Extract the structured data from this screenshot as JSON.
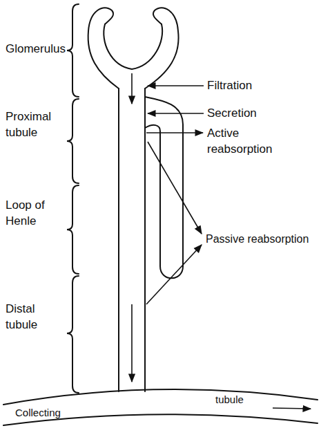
{
  "diagram": {
    "labels": [
      "Glomerulus",
      "Proximal tubule",
      "Loop of Henle",
      "Distal tubule",
      "Filtration",
      "Secretion",
      "Active reabsorption",
      "Passive reabsorption",
      "Collecting",
      "tubule"
    ]
  }
}
